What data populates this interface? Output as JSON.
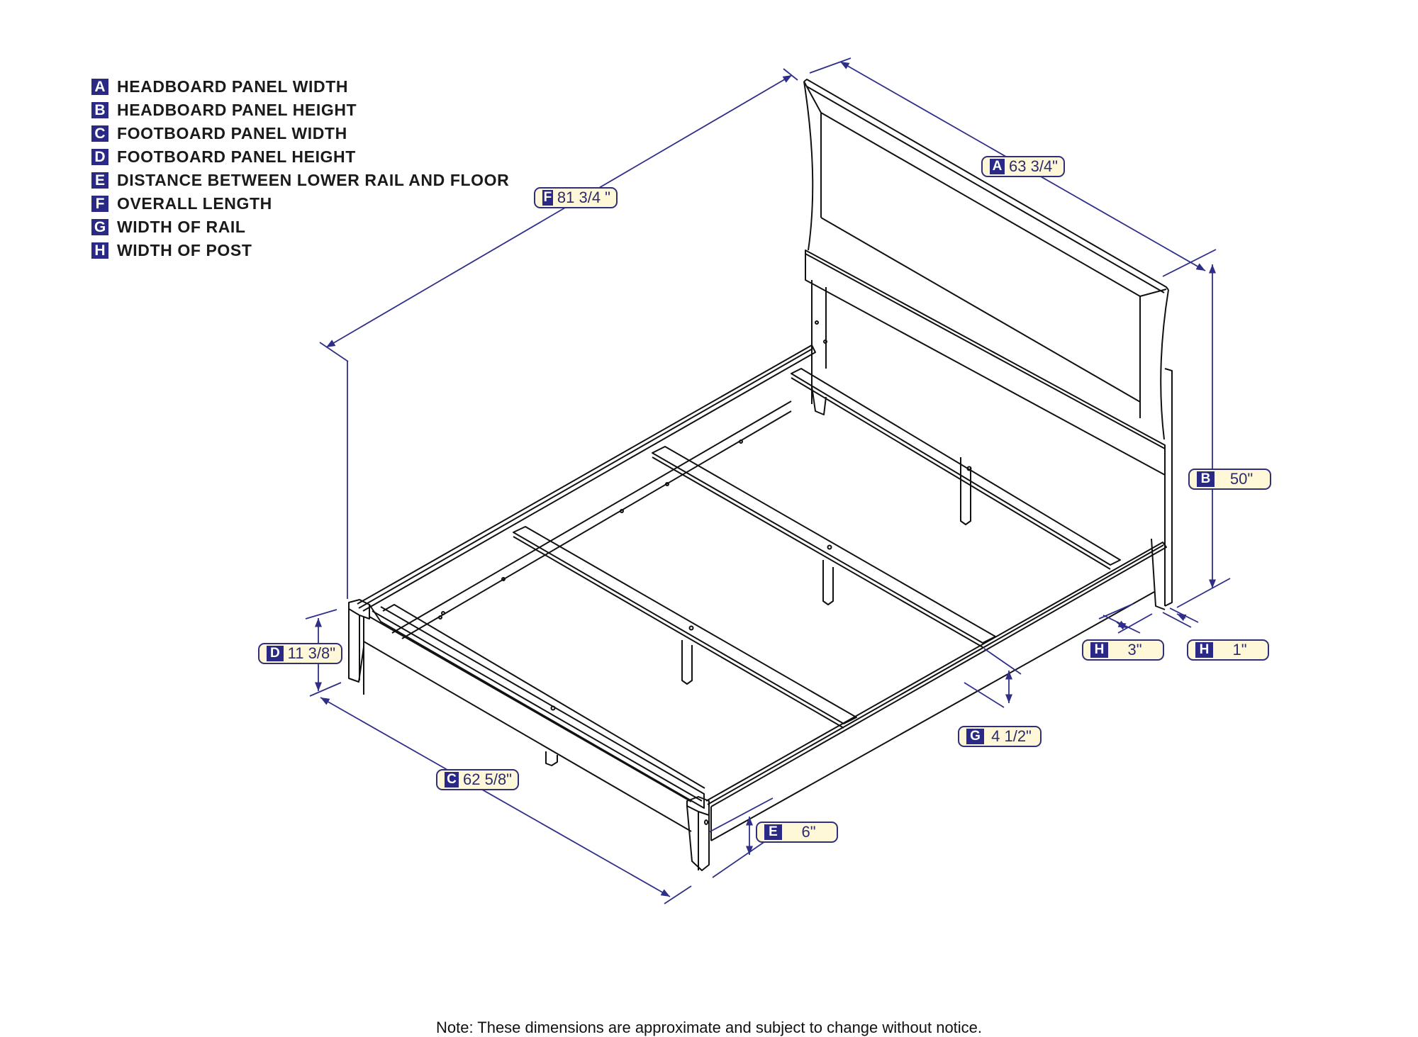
{
  "legend": [
    {
      "letter": "A",
      "text": "HEADBOARD PANEL WIDTH"
    },
    {
      "letter": "B",
      "text": "HEADBOARD PANEL HEIGHT"
    },
    {
      "letter": "C",
      "text": "FOOTBOARD PANEL WIDTH"
    },
    {
      "letter": "D",
      "text": "FOOTBOARD PANEL HEIGHT"
    },
    {
      "letter": "E",
      "text": "DISTANCE BETWEEN LOWER RAIL AND FLOOR"
    },
    {
      "letter": "F",
      "text": "OVERALL LENGTH"
    },
    {
      "letter": "G",
      "text": "WIDTH OF RAIL"
    },
    {
      "letter": "H",
      "text": "WIDTH OF POST"
    }
  ],
  "dimensions": {
    "F": {
      "letter": "F",
      "value": "81 3/4 \""
    },
    "A": {
      "letter": "A",
      "value": "63 3/4\""
    },
    "B": {
      "letter": "B",
      "value": "50\""
    },
    "H_post_3": {
      "letter": "H",
      "value": "3\""
    },
    "H_post_1": {
      "letter": "H",
      "value": "1\""
    },
    "G": {
      "letter": "G",
      "value": "4 1/2\""
    },
    "D": {
      "letter": "D",
      "value": "11 3/8\""
    },
    "C": {
      "letter": "C",
      "value": "62 5/8\""
    },
    "E": {
      "letter": "E",
      "value": "6\""
    }
  },
  "note": "Note:  These dimensions are approximate and subject to change without notice.",
  "colors": {
    "badge": "#2a2a86",
    "dimension_line": "#2f2f8a",
    "label_fill": "#fff8d8",
    "drawing_line": "#111111"
  }
}
